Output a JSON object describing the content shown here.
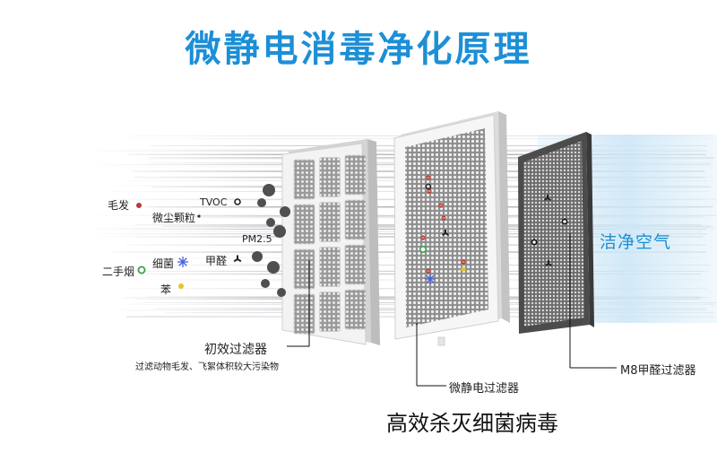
{
  "title": "微静电消毒净化原理",
  "pollutants": {
    "hair": "毛发",
    "dust": "微尘颗粒",
    "tvoc": "TVOC",
    "pm25": "PM2.5",
    "bacteria": "细菌",
    "formaldehyde": "甲醛",
    "smoke": "二手烟",
    "benzene": "苯"
  },
  "filters": {
    "primary": {
      "name": "初效过滤器",
      "desc": "过滤动物毛发、飞絮体积较大污染物"
    },
    "electrostatic": {
      "name": "微静电过滤器",
      "desc": "高效杀灭细菌病毒"
    },
    "m8": {
      "name": "M8甲醛过滤器"
    }
  },
  "output": "洁净空气",
  "colors": {
    "title": "#1c8fd6",
    "clean_air": "#1a8fd0",
    "hair_dot": "#b83a3a",
    "bacteria": "#4a62d6",
    "smoke_ring": "#3aa14a",
    "benzene_dot": "#e8c22a",
    "frame_white": "#f2f2f2",
    "frame_dark": "#555555"
  },
  "icons": {
    "formaldehyde": "tri-blade-icon",
    "bacteria": "asterisk-burst-icon",
    "tvoc": "ring-icon"
  }
}
